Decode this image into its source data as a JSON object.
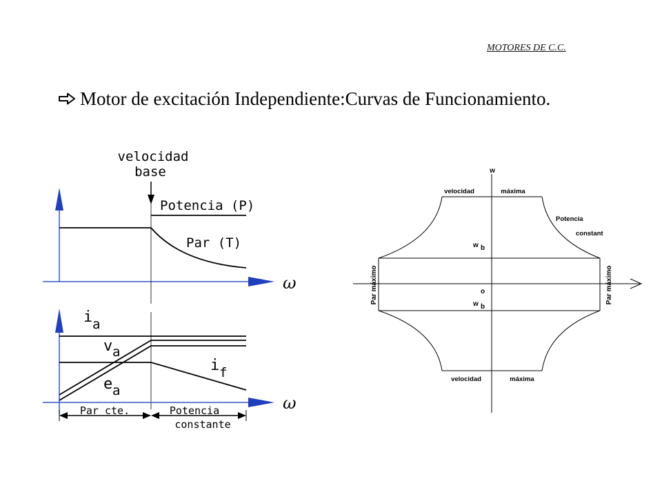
{
  "header": {
    "text": "MOTORES DE C.C."
  },
  "title": {
    "text": "Motor de excitación Independiente:Curvas de Funcionamiento."
  },
  "left_diagram": {
    "base_speed_label_line1": "velocidad",
    "base_speed_label_line2": "base",
    "power_label": "Potencia (P)",
    "torque_label": "Par (T)",
    "omega_upper": "ω",
    "omega_lower": "ω",
    "ia_main": "i",
    "ia_sub": "a",
    "va_main": "v",
    "va_sub": "a",
    "ea_main": "e",
    "ea_sub": "a",
    "if_main": "i",
    "if_sub": "f",
    "region_const_torque": "Par cte.",
    "region_const_power_line1": "Potencia",
    "region_const_power_line2": "constante"
  },
  "right_diagram": {
    "w_axis": "w",
    "top_left": "velocidad",
    "top_right": "máxima",
    "bottom_left": "velocidad",
    "bottom_right": "máxima",
    "power_line1": "Potencia",
    "power_line2": "constant",
    "wb_upper_main": "w",
    "wb_upper_sub": "b",
    "wb_lower_main": "w",
    "wb_lower_sub": "b",
    "origin": "o",
    "left_vertical": "Par máximo",
    "right_vertical": "Par máximo"
  },
  "colors": {
    "axis_arrow": "#1f3fbf",
    "axis_line": "#3355cc",
    "line": "#000000"
  },
  "icons": {
    "title_bullet": "outline-right-arrow-icon"
  }
}
